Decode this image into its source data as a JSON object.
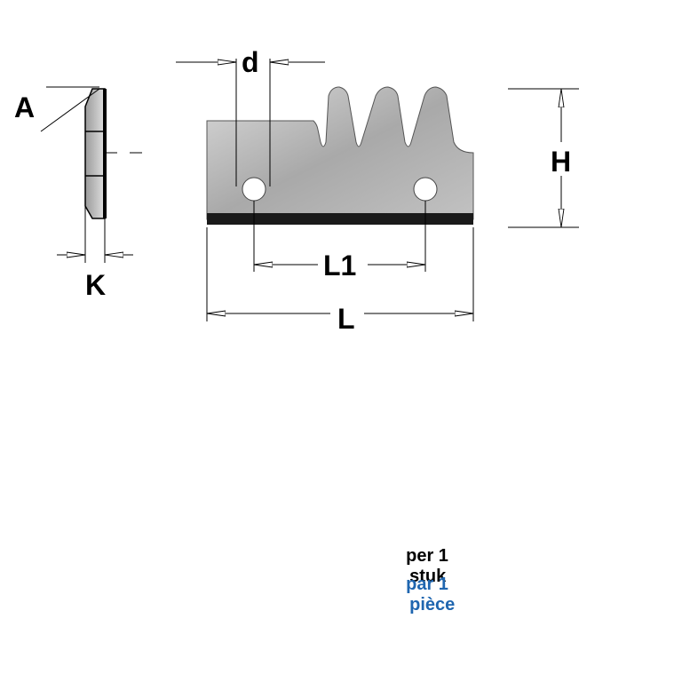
{
  "labels": {
    "angle": "A",
    "thickness": "K",
    "hole_diameter": "d",
    "height": "H",
    "hole_spacing": "L1",
    "length": "L"
  },
  "caption": {
    "line1": {
      "qty": "per 1",
      "unit": "stuk",
      "color": "#000000"
    },
    "line2": {
      "qty": "par 1",
      "unit": "pièce",
      "color": "#1f66b0"
    }
  },
  "colors": {
    "steel_light": "#d4d4d4",
    "steel_dark": "#8e8e8e",
    "edge": "#1a1a1a"
  }
}
